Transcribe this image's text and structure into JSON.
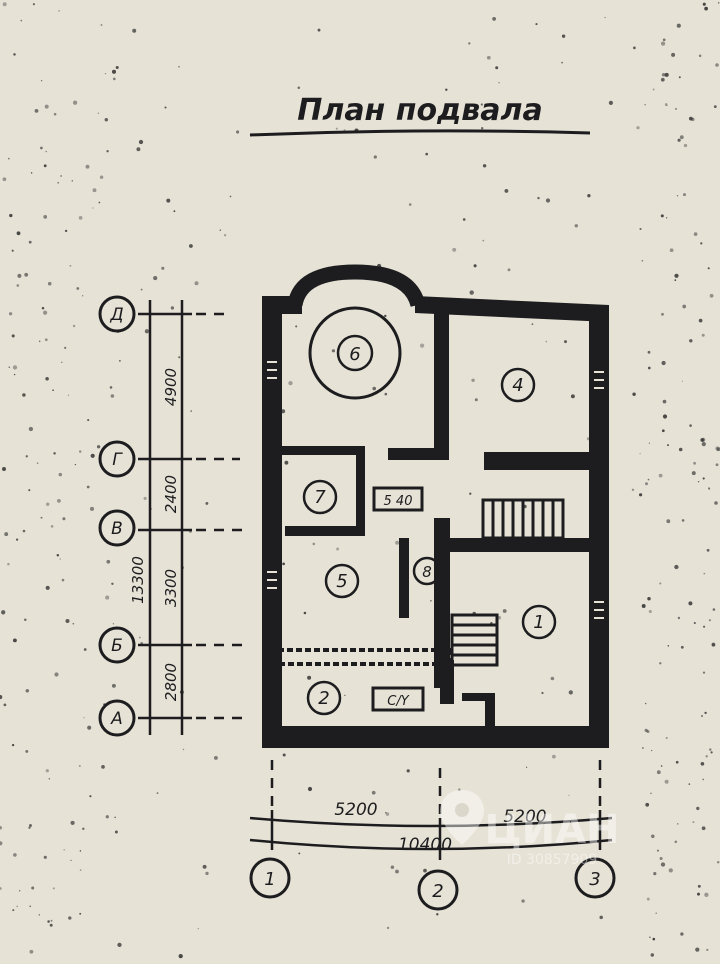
{
  "title": "План подвала",
  "rooms": [
    "6",
    "4",
    "7",
    "5",
    "8",
    "1",
    "2"
  ],
  "fixture_labels": [
    "5 40",
    "C/Y"
  ],
  "axes_vertical": [
    "Д",
    "Г",
    "В",
    "Б",
    "А"
  ],
  "axes_horizontal": [
    "1",
    "2",
    "3"
  ],
  "dims_vertical": [
    "4900",
    "2400",
    "3300",
    "2800"
  ],
  "dim_vertical_total": "13300",
  "dims_horizontal": [
    "5200",
    "5200"
  ],
  "dim_horizontal_total": "10400",
  "watermark": "ЦИАН",
  "watermark_id": "ID 30857909",
  "colors": {
    "paper": "#e6e2d6",
    "ink": "#1d1d1f"
  }
}
